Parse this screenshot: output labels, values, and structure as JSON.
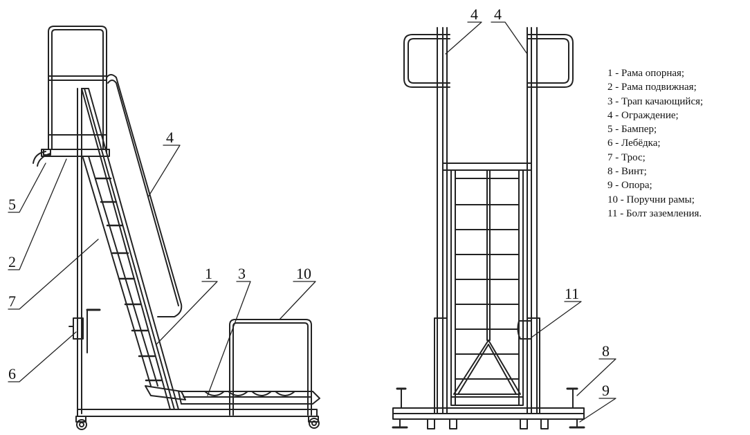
{
  "callouts": {
    "side_view": [
      "1",
      "2",
      "3",
      "4",
      "5",
      "6",
      "7",
      "10"
    ],
    "front_view": [
      "4",
      "4",
      "8",
      "9",
      "11"
    ]
  },
  "legend": [
    "1 - Рама опорная;",
    "2 - Рама подвижная;",
    "3 - Трап качающийся;",
    "4 - Ограждение;",
    "5 - Бампер;",
    "6 - Лебёдка;",
    "7 - Трос;",
    "8 - Винт;",
    "9 - Опора;",
    "10 - Поручни рамы;",
    "11 - Болт заземления."
  ],
  "colors": {
    "line": "#222222",
    "background": "#ffffff"
  }
}
